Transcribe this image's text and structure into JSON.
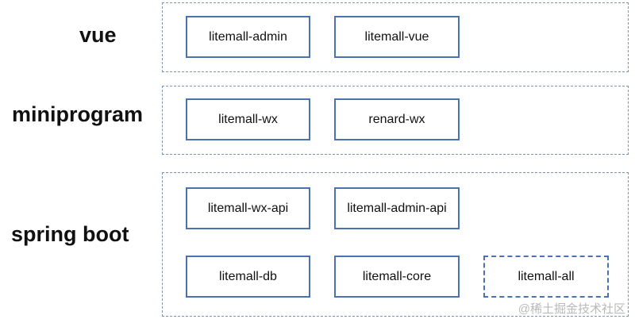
{
  "layers": {
    "vue": {
      "label": "vue",
      "modules": [
        "litemall-admin",
        "litemall-vue"
      ]
    },
    "miniprogram": {
      "label": "miniprogram",
      "modules": [
        "litemall-wx",
        "renard-wx"
      ]
    },
    "springboot": {
      "label": "spring boot",
      "modules": [
        "litemall-wx-api",
        "litemall-admin-api",
        "litemall-db",
        "litemall-core",
        "litemall-all"
      ]
    }
  },
  "watermark": "@稀土掘金技术社区",
  "colors": {
    "module_border": "#4a72b0",
    "layer_border": "#7f93ad",
    "watermark": "#b9b9b9"
  }
}
